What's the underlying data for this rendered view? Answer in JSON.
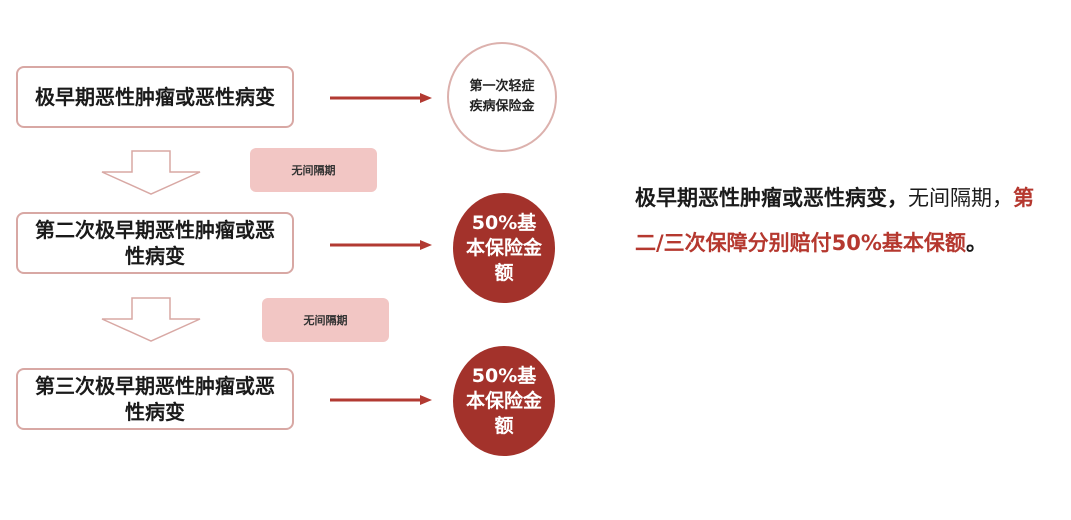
{
  "steps": [
    {
      "label": "极早期恶性肿瘤或恶性病变",
      "payout": "第一次轻症疾病保险金"
    },
    {
      "label": "第二次极早期恶性肿瘤或恶性病变",
      "payout": "50%基本保险金额"
    },
    {
      "label": "第三次极早期恶性肿瘤或恶性病变",
      "payout": "50%基本保险金额"
    }
  ],
  "intervals": [
    "无间隔期",
    "无间隔期"
  ],
  "note": {
    "part1": "极早期恶性肿瘤或恶性病变，",
    "part2": "无间隔期",
    "part3": "，",
    "part4": "第二/三次保障分别赔付50%基本保额",
    "part5": "。"
  },
  "colors": {
    "accent": "#a3322b",
    "border": "#d8a8a4",
    "pill": "#f2c6c4"
  }
}
